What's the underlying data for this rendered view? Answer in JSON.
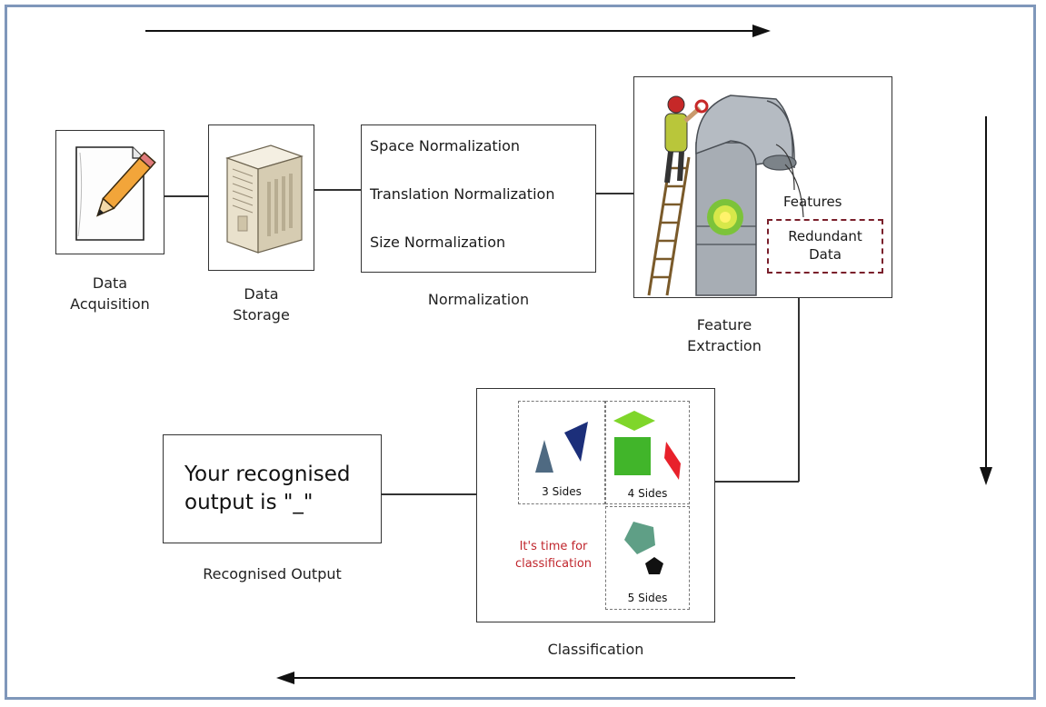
{
  "stages": {
    "acquisition": {
      "caption_line1": "Data",
      "caption_line2": "Acquisition",
      "icon": "pencil-paper-icon"
    },
    "storage": {
      "caption_line1": "Data",
      "caption_line2": "Storage",
      "icon": "server-icon"
    },
    "normalization": {
      "caption": "Normalization",
      "items": [
        "Space Normalization",
        "Translation Normalization",
        "Size Normalization"
      ]
    },
    "feature_extraction": {
      "caption_line1": "Feature",
      "caption_line2": "Extraction",
      "features_label": "Features",
      "redundant_line1": "Redundant",
      "redundant_line2": "Data",
      "icon": "worker-pipe-icon"
    },
    "classification": {
      "caption": "Classification",
      "group_3": "3 Sides",
      "group_4": "4 Sides",
      "group_5": "5 Sides",
      "note_line1": "It's time for",
      "note_line2": "classification"
    },
    "output": {
      "caption": "Recognised Output",
      "line1": "Your recognised",
      "line2": "output is \"_\""
    }
  },
  "colors": {
    "frame": "#7f97ba",
    "redundant_border": "#7a1f2b",
    "note_text": "#c0262d",
    "triangle_slate": "#4f6a82",
    "triangle_navy": "#1c2f7a",
    "square_green": "#41b52a",
    "diamond_green": "#7fd62a",
    "parallelogram_red": "#e8212b",
    "pentagon_teal": "#5f9f86",
    "pentagon_black": "#111111"
  }
}
